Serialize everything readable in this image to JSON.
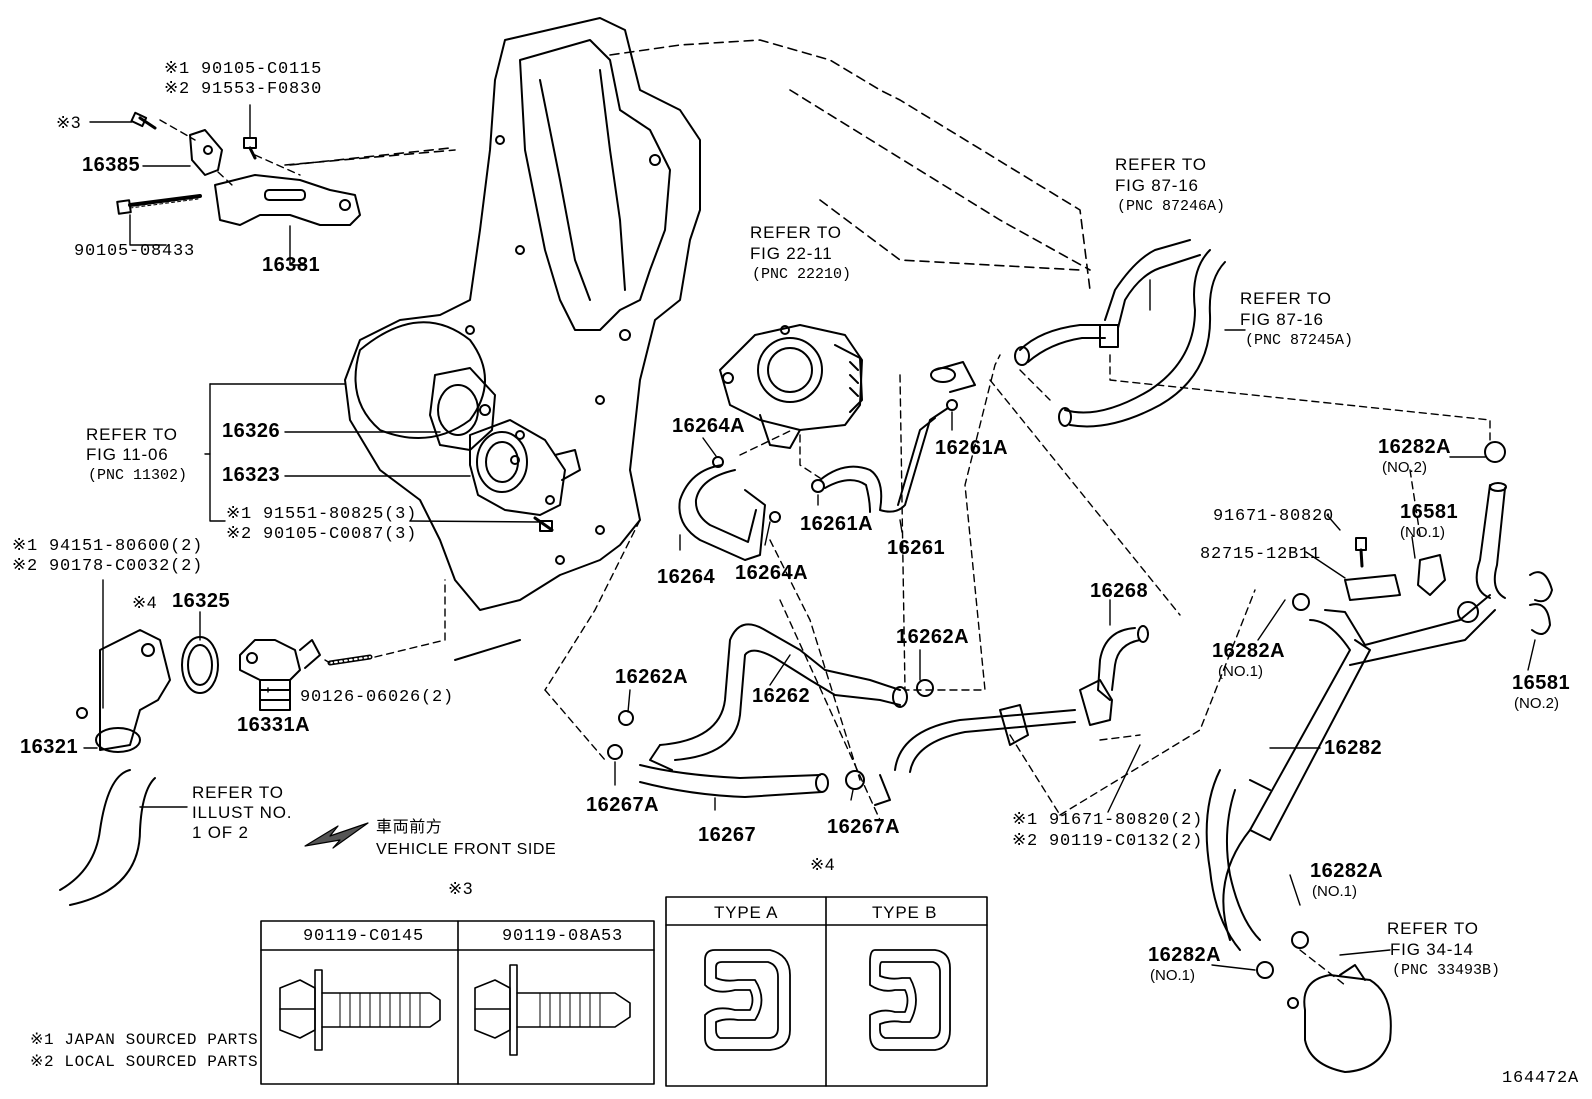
{
  "figure_code": "164472A",
  "notes": [
    "※1 JAPAN SOURCED PARTS",
    "※2 LOCAL SOURCED PARTS"
  ],
  "direction": {
    "jp": "車両前方",
    "en": "VEHICLE FRONT SIDE"
  },
  "callouts": [
    {
      "id": "c-90105-c0115",
      "text": "※1 90105-C0115"
    },
    {
      "id": "c-91553-f0830",
      "text": "※2 91553-F0830"
    },
    {
      "id": "c-mark3-top",
      "text": "※3"
    },
    {
      "id": "c-16385",
      "text": "16385"
    },
    {
      "id": "c-90105-08433",
      "text": "90105-08433"
    },
    {
      "id": "c-16381",
      "text": "16381"
    },
    {
      "id": "c-refer-fig11-1",
      "text": "REFER TO"
    },
    {
      "id": "c-refer-fig11-2",
      "text": "FIG 11-06"
    },
    {
      "id": "c-refer-fig11-3",
      "text": "(PNC 11302)"
    },
    {
      "id": "c-16326",
      "text": "16326"
    },
    {
      "id": "c-16323",
      "text": "16323"
    },
    {
      "id": "c-91551-80825",
      "text": "※1 91551-80825(3)"
    },
    {
      "id": "c-90105-c0087",
      "text": "※2 90105-C0087(3)"
    },
    {
      "id": "c-94151-80600",
      "text": "※1 94151-80600(2)"
    },
    {
      "id": "c-90178-c0032",
      "text": "※2 90178-C0032(2)"
    },
    {
      "id": "c-mark4-16325",
      "text": "※4"
    },
    {
      "id": "c-16325",
      "text": "16325"
    },
    {
      "id": "c-90126-06026",
      "text": "90126-06026(2)"
    },
    {
      "id": "c-16331a",
      "text": "16331A"
    },
    {
      "id": "c-16321",
      "text": "16321"
    },
    {
      "id": "c-refer-illust-1",
      "text": "REFER TO"
    },
    {
      "id": "c-refer-illust-2",
      "text": "ILLUST NO."
    },
    {
      "id": "c-refer-illust-3",
      "text": "1 OF 2"
    },
    {
      "id": "c-refer-fig22-1",
      "text": "REFER TO"
    },
    {
      "id": "c-refer-fig22-2",
      "text": "FIG 22-11"
    },
    {
      "id": "c-refer-fig22-3",
      "text": "(PNC 22210)"
    },
    {
      "id": "c-16264a-top",
      "text": "16264A"
    },
    {
      "id": "c-16264",
      "text": "16264"
    },
    {
      "id": "c-16264a-bot",
      "text": "16264A"
    },
    {
      "id": "c-16261a-mid",
      "text": "16261A"
    },
    {
      "id": "c-16261",
      "text": "16261"
    },
    {
      "id": "c-16261a-right",
      "text": "16261A"
    },
    {
      "id": "c-refer-fig87a-1",
      "text": "REFER TO"
    },
    {
      "id": "c-refer-fig87a-2",
      "text": "FIG 87-16"
    },
    {
      "id": "c-refer-fig87a-3",
      "text": "(PNC 87246A)"
    },
    {
      "id": "c-refer-fig87b-1",
      "text": "REFER TO"
    },
    {
      "id": "c-refer-fig87b-2",
      "text": "FIG 87-16"
    },
    {
      "id": "c-refer-fig87b-3",
      "text": "(PNC 87245A)"
    },
    {
      "id": "c-16282a-no2",
      "text": "16282A"
    },
    {
      "id": "c-no2-a",
      "text": "(NO.2)"
    },
    {
      "id": "c-91671-80820",
      "text": "91671-80820"
    },
    {
      "id": "c-16581-no1",
      "text": "16581"
    },
    {
      "id": "c-no1-a",
      "text": "(NO.1)"
    },
    {
      "id": "c-82715-12b11",
      "text": "82715-12B11"
    },
    {
      "id": "c-16268",
      "text": "16268"
    },
    {
      "id": "c-16262a-right",
      "text": "16262A"
    },
    {
      "id": "c-16262a-left",
      "text": "16262A"
    },
    {
      "id": "c-16262",
      "text": "16262"
    },
    {
      "id": "c-16282a-no1-mid",
      "text": "16282A"
    },
    {
      "id": "c-no1-b",
      "text": "(NO.1)"
    },
    {
      "id": "c-16581-no2",
      "text": "16581"
    },
    {
      "id": "c-no2-b",
      "text": "(NO.2)"
    },
    {
      "id": "c-16282",
      "text": "16282"
    },
    {
      "id": "c-16267a-left",
      "text": "16267A"
    },
    {
      "id": "c-16267",
      "text": "16267"
    },
    {
      "id": "c-16267a-right",
      "text": "16267A"
    },
    {
      "id": "c-91671-80820-2",
      "text": "※1 91671-80820(2)"
    },
    {
      "id": "c-90119-c0132",
      "text": "※2 90119-C0132(2)"
    },
    {
      "id": "c-16282a-no1-low",
      "text": "16282A"
    },
    {
      "id": "c-no1-c",
      "text": "(NO.1)"
    },
    {
      "id": "c-refer-fig34-1",
      "text": "REFER TO"
    },
    {
      "id": "c-refer-fig34-2",
      "text": "FIG 34-14"
    },
    {
      "id": "c-refer-fig34-3",
      "text": "(PNC 33493B)"
    },
    {
      "id": "c-16282a-no1-bot",
      "text": "16282A"
    },
    {
      "id": "c-no1-d",
      "text": "(NO.1)"
    }
  ],
  "tables": {
    "mark3": {
      "mark": "※3",
      "headers": [
        "90119-C0145",
        "90119-08A53"
      ]
    },
    "mark4": {
      "mark": "※4",
      "headers": [
        "TYPE  A",
        "TYPE  B"
      ]
    }
  }
}
